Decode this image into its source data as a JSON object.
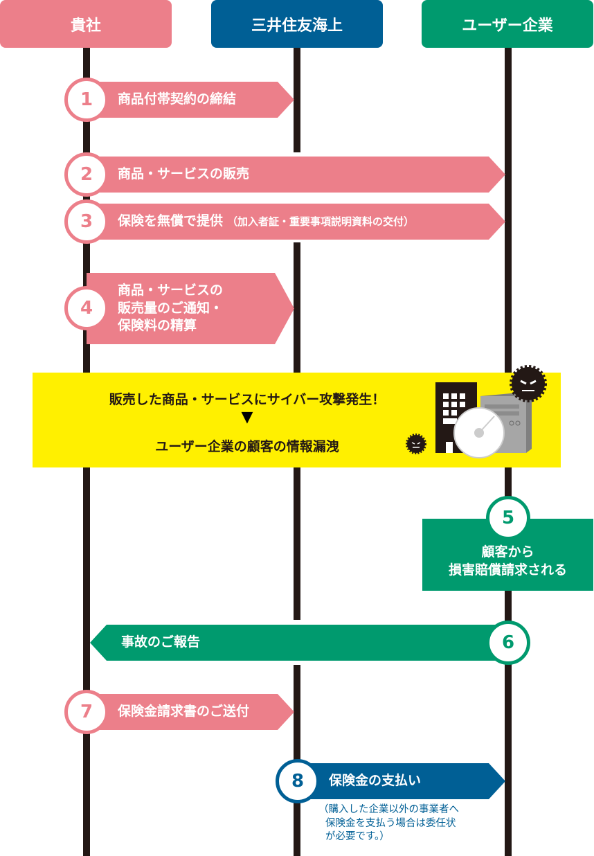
{
  "lanes": {
    "left": "貴社",
    "middle": "三井住友海上",
    "right": "ユーザー企業"
  },
  "steps": [
    {
      "num": "1",
      "label": "商品付帯契約の締結"
    },
    {
      "num": "2",
      "label": "商品・サービスの販売"
    },
    {
      "num": "3",
      "label": "保険を無償で提供",
      "note": "（加入者証・重要事項説明資料の交付）"
    },
    {
      "num": "4",
      "lines": [
        "商品・サービスの",
        "販売量のご通知・",
        "保険料の精算"
      ]
    },
    {
      "num": "5",
      "lines": [
        "顧客から",
        "損害賠償請求される"
      ]
    },
    {
      "num": "6",
      "label": "事故のご報告"
    },
    {
      "num": "7",
      "label": "保険金請求書のご送付"
    },
    {
      "num": "8",
      "label": "保険金の支払い",
      "note_lines": [
        "（購入した企業以外の事業者へ",
        "保険金を支払う場合は委任状",
        "が必要です。）"
      ]
    }
  ],
  "incident": {
    "line1": "販売した商品・サービスにサイバー攻撃発生！",
    "arrow": "▼",
    "line2": "ユーザー企業の顧客の情報漏洩"
  },
  "colors": {
    "pink": "#ec7f8a",
    "blue": "#005f95",
    "green": "#009a6e",
    "yellow": "#fff000"
  }
}
